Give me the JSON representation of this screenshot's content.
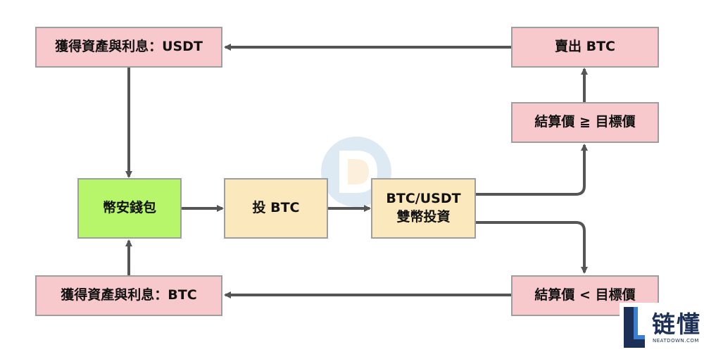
{
  "nodes": {
    "usdt_interest": "獲得資產與利息：USDT",
    "sell_btc": "賣出 BTC",
    "settle_ge_target": "結算價 ≧ 目標價",
    "wallet": "幣安錢包",
    "invest_btc": "投 BTC",
    "dual_line1": "BTC/USDT",
    "dual_line2": "雙幣投資",
    "btc_interest": "獲得資產與利息：BTC",
    "settle_lt_target": "結算價 < 目標價"
  },
  "logo": {
    "chinese": "链懂",
    "english": "NEATDOWN.COM"
  },
  "colors": {
    "pink": "#f8c9cc",
    "cream": "#fbe9bd",
    "green": "#b7f56a",
    "arrow": "#555555",
    "border": "#9e9e9e"
  }
}
